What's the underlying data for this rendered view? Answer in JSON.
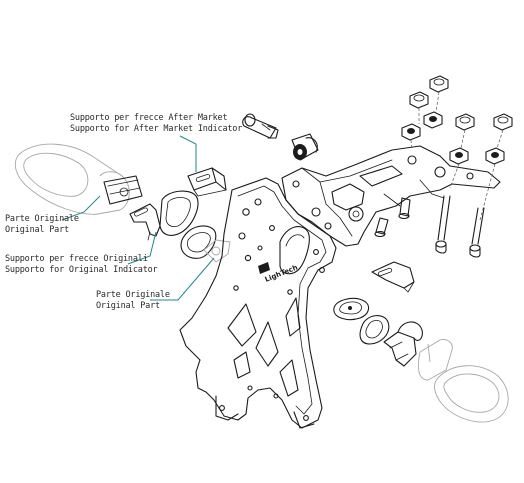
{
  "labels": {
    "after_market_it": "Supporto per frecce After Market",
    "after_market_en": "Supporto for After Market Indicator",
    "orig_part_1_it": "Parte Originale",
    "orig_part_1_en": "Original Part",
    "orig_support_it": "Supporto per frecce Originali",
    "orig_support_en": "Supporto for Original Indicator",
    "orig_part_2_it": "Parte Originale",
    "orig_part_2_en": "Original Part"
  },
  "logo_text": "LighTech",
  "colors": {
    "callout": "#1a8a8f",
    "line": "#1c1c1c",
    "ghost": "#a8a8a8"
  }
}
